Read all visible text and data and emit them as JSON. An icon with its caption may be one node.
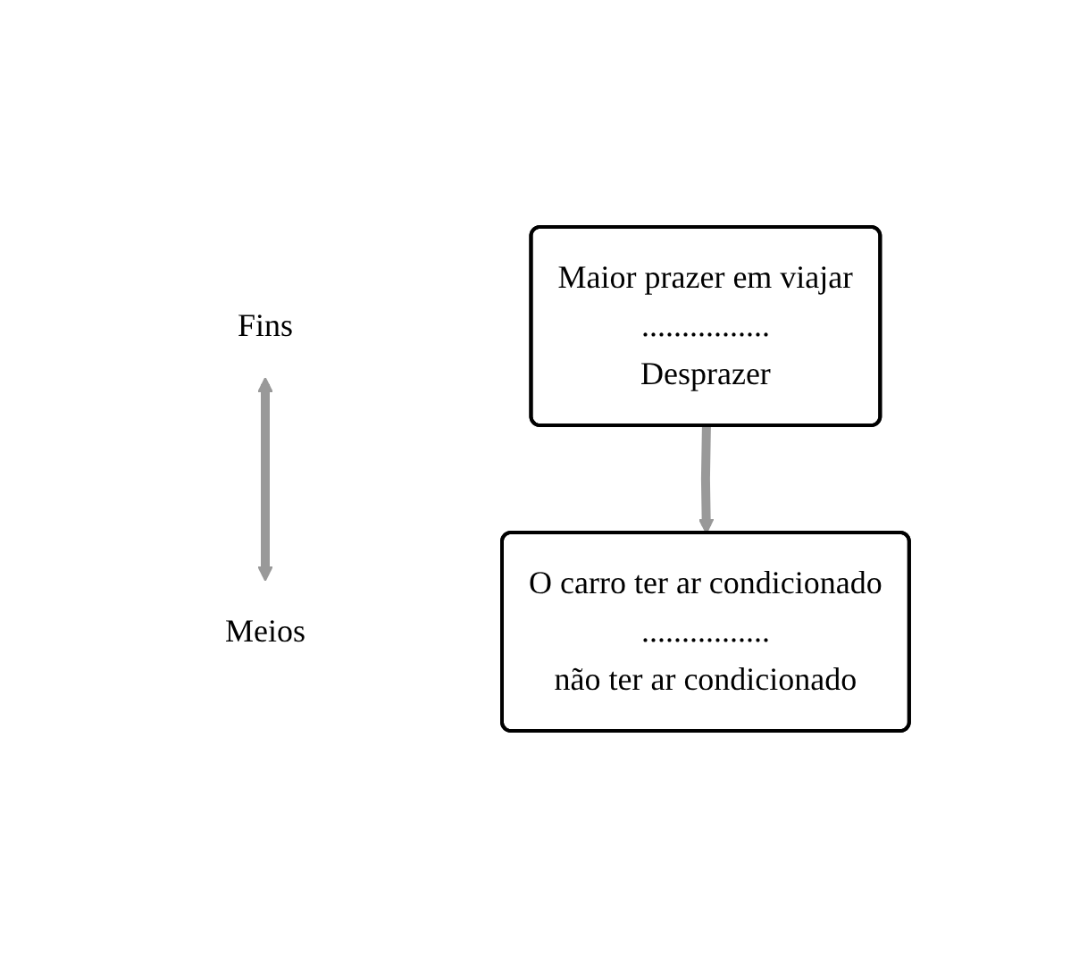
{
  "diagram": {
    "nodes": [
      {
        "text": [
          "Fins"
        ]
      },
      {
        "text": [
          "Maior prazer em viajar",
          "................",
          "Desprazer"
        ]
      },
      {
        "text": [
          "O carro ter ar condicionado",
          "................",
          "não ter ar condicionado"
        ]
      },
      {
        "text": [
          "Meios"
        ]
      }
    ],
    "edges": [
      {
        "from": 0,
        "to": 3,
        "arrow": "both"
      },
      {
        "from": 1,
        "to": 2,
        "arrow": "to"
      }
    ]
  }
}
